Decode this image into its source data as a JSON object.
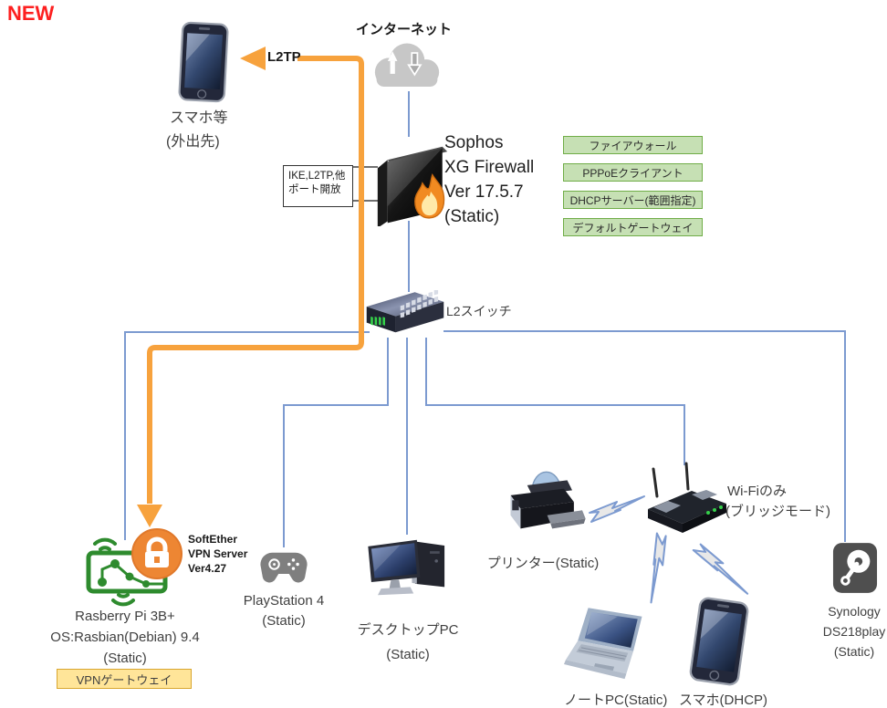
{
  "colors": {
    "accent_orange": "#F7A23D",
    "line_blue": "#7C9AD0",
    "badge_green_fill": "#C6E0B4",
    "badge_green_border": "#70AD47",
    "badge_yellow_fill": "#FFE599",
    "badge_yellow_border": "#D9A62E",
    "new_red": "#FD2020"
  },
  "new_label": "NEW",
  "internet": {
    "label": "インターネット"
  },
  "remote_phone": {
    "name": "スマホ等",
    "location": "(外出先)"
  },
  "l2tp_label": "L2TP",
  "port_note": {
    "line1": "IKE,L2TP,他",
    "line2": "ポート開放"
  },
  "firewall": {
    "line1": "Sophos",
    "line2": "XG Firewall",
    "line3": "Ver 17.5.7",
    "line4": "(Static)",
    "badges": [
      "ファイアウォール",
      "PPPoEクライアント",
      "DHCPサーバー(範囲指定)",
      "デフォルトゲートウェイ"
    ]
  },
  "switch": {
    "label": "L2スイッチ"
  },
  "raspberry_pi": {
    "vpn_line1": "SoftEther",
    "vpn_line2": "VPN Server",
    "vpn_line3": "Ver4.27",
    "line1": "Rasberry Pi 3B+",
    "line2": "OS:Rasbian(Debian) 9.4",
    "line3": "(Static)",
    "badge": "VPNゲートウェイ"
  },
  "playstation": {
    "line1": "PlayStation 4",
    "line2": "(Static)"
  },
  "desktop_pc": {
    "line1": "デスクトップPC",
    "line2": "(Static)"
  },
  "printer": {
    "label": "プリンター(Static)"
  },
  "wifi_router": {
    "line1": "Wi-Fiのみ",
    "line2": "(ブリッジモード)"
  },
  "laptop": {
    "label": "ノートPC(Static)"
  },
  "lan_phone": {
    "label": "スマホ(DHCP)"
  },
  "nas": {
    "line1": "Synology",
    "line2": "DS218play",
    "line3": "(Static)"
  }
}
